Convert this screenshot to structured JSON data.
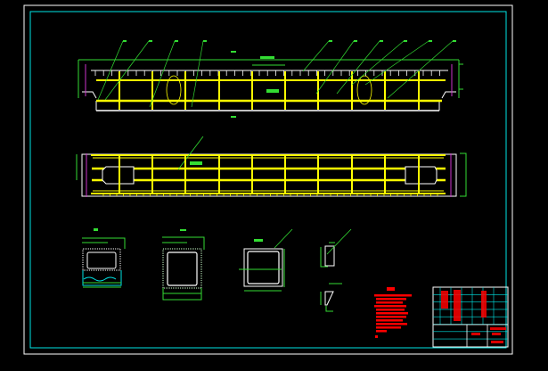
{
  "drawing": {
    "background": "#000000",
    "colors": {
      "frame": "#ffffff",
      "inner_frame": "#00e5e5",
      "rebar": "#ffff00",
      "dimension": "#33dd33",
      "concrete_outline": "#ffffff",
      "centerline": "#cc33cc",
      "notes": "#ff0000",
      "title_block_lines": "#00e5e5"
    },
    "views": [
      "elevation",
      "plan",
      "section-1",
      "section-2",
      "section-3",
      "section-4",
      "section-5"
    ],
    "elevation": {
      "rebar_stirrup_count": 10,
      "openings": 2
    },
    "plan": {
      "rebar_stirrup_count": 10,
      "openings": 2
    },
    "title_block": {
      "rows": 8,
      "columns": 6
    }
  }
}
